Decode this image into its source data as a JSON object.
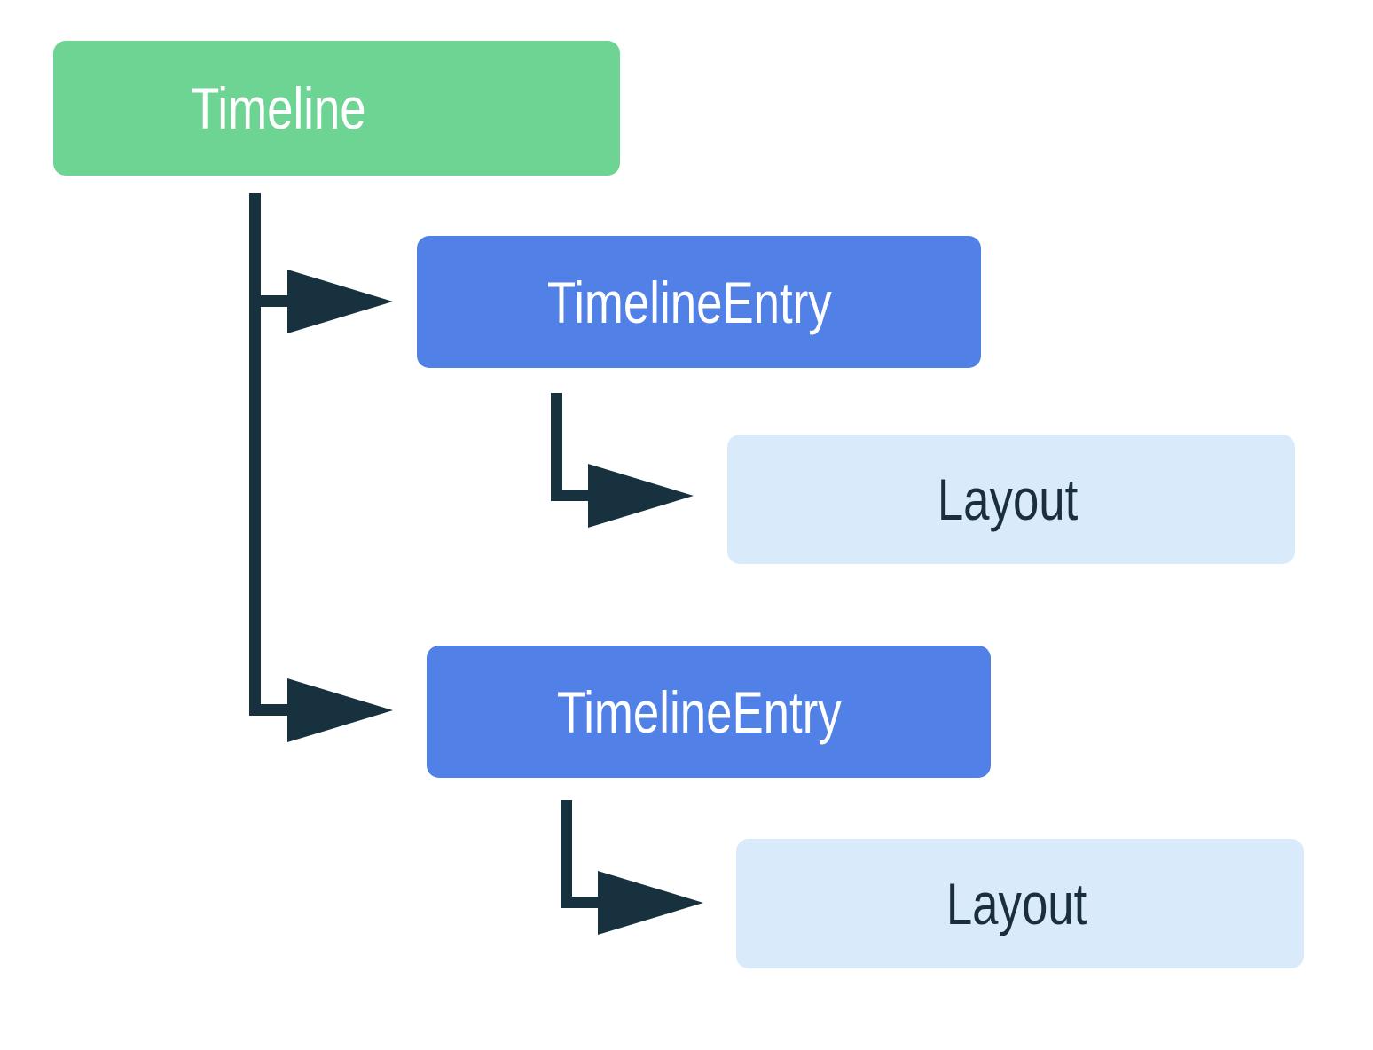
{
  "diagram": {
    "type": "hierarchy-tree",
    "background_color": "#FFFFFF",
    "connector_color": "#17313F",
    "nodes": [
      {
        "id": "timeline",
        "label": "Timeline",
        "level": 0,
        "fill": "#6ED493",
        "text_color": "#FFFFFF"
      },
      {
        "id": "timeline-entry-1",
        "label": "TimelineEntry",
        "level": 1,
        "fill": "#5181E6",
        "text_color": "#FFFFFF"
      },
      {
        "id": "layout-1",
        "label": "Layout",
        "level": 2,
        "fill": "#D9EBFB",
        "text_color": "#1A2F3D"
      },
      {
        "id": "timeline-entry-2",
        "label": "TimelineEntry",
        "level": 1,
        "fill": "#5181E6",
        "text_color": "#FFFFFF"
      },
      {
        "id": "layout-2",
        "label": "Layout",
        "level": 2,
        "fill": "#D9EBFB",
        "text_color": "#1A2F3D"
      }
    ],
    "edges": [
      {
        "from": "timeline",
        "to": "timeline-entry-1",
        "style": "elbow-arrow"
      },
      {
        "from": "timeline",
        "to": "timeline-entry-2",
        "style": "elbow-arrow"
      },
      {
        "from": "timeline-entry-1",
        "to": "layout-1",
        "style": "elbow-arrow"
      },
      {
        "from": "timeline-entry-2",
        "to": "layout-2",
        "style": "elbow-arrow"
      }
    ]
  }
}
